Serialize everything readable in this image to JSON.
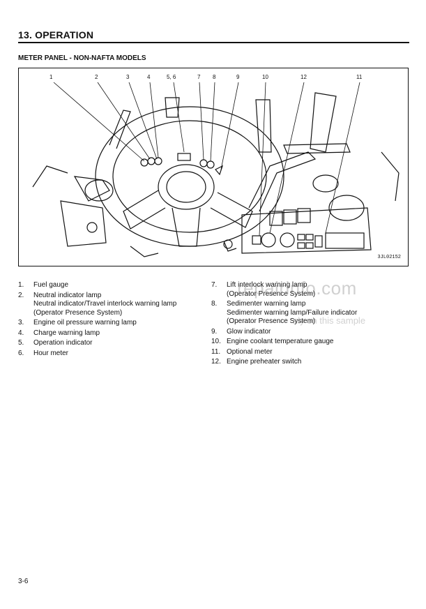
{
  "header": {
    "section_title": "13. OPERATION",
    "subsection_title": "METER PANEL - NON-NAFTA MODELS"
  },
  "figure": {
    "code": "3JL02152",
    "callouts": [
      "1",
      "2",
      "3",
      "4",
      "5, 6",
      "7",
      "8",
      "9",
      "10",
      "12",
      "11"
    ]
  },
  "legend_left": [
    {
      "num": "1.",
      "lines": [
        "Fuel gauge"
      ]
    },
    {
      "num": "2.",
      "lines": [
        "Neutral indicator lamp",
        "Neutral indicator/Travel interlock warning lamp",
        "(Operator Presence System)"
      ]
    },
    {
      "num": "3.",
      "lines": [
        "Engine oil pressure warning lamp"
      ]
    },
    {
      "num": "4.",
      "lines": [
        "Charge warning lamp"
      ]
    },
    {
      "num": "5.",
      "lines": [
        "Operation indicator"
      ]
    },
    {
      "num": "6.",
      "lines": [
        "Hour meter"
      ]
    }
  ],
  "legend_right": [
    {
      "num": "7.",
      "lines": [
        "Lift interlock warning lamp",
        "(Operator Presence System)"
      ]
    },
    {
      "num": "8.",
      "lines": [
        "Sedimenter warning lamp",
        "Sedimenter warning lamp/Failure indicator",
        "(Operator Presence System)"
      ]
    },
    {
      "num": "9.",
      "lines": [
        "Glow indicator"
      ]
    },
    {
      "num": "10.",
      "lines": [
        "Engine coolant temperature gauge"
      ]
    },
    {
      "num": "11.",
      "lines": [
        "Optional meter"
      ]
    },
    {
      "num": "12.",
      "lines": [
        "Engine preheater switch"
      ]
    }
  ],
  "watermark": {
    "main": "repairinfo.com",
    "sub": "nly on this sample"
  },
  "footer": {
    "page_number": "3-6"
  }
}
